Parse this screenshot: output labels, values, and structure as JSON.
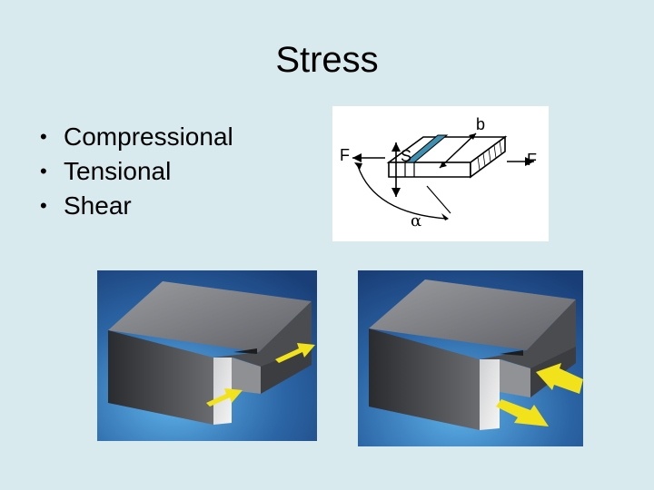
{
  "title": "Stress",
  "bullets": [
    "Compressional",
    "Tensional",
    "Shear"
  ],
  "diagram": {
    "label_b": "b",
    "label_f_left": "F",
    "label_s": "S",
    "label_f_right": "F",
    "label_alpha": "α"
  },
  "colors": {
    "background": "#d8eaee",
    "arrow_yellow": "#f2e21c",
    "photo_blue": "#2f6aa8"
  }
}
